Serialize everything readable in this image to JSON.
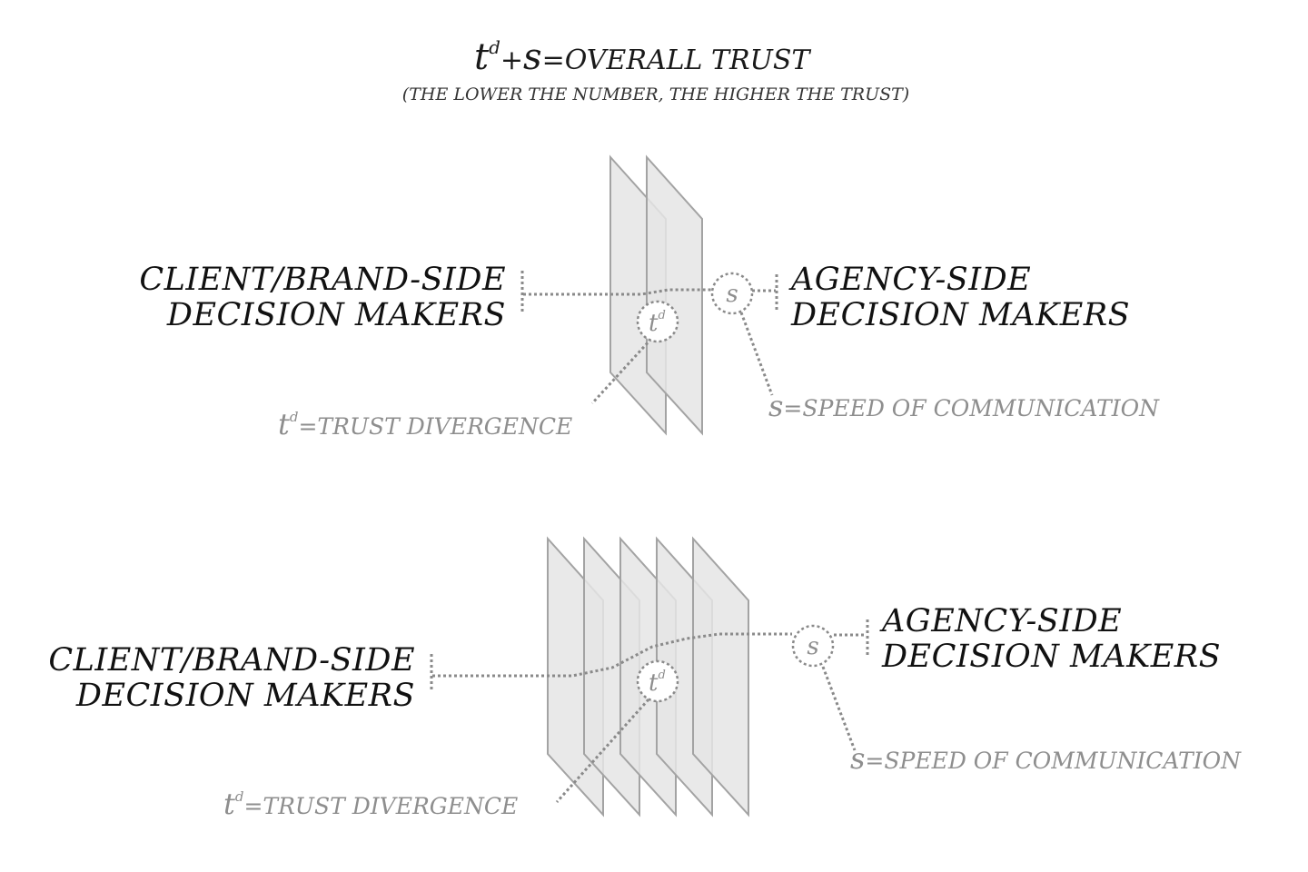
{
  "title": {
    "t": "t",
    "d": "d",
    "plus": "+",
    "s": "s",
    "rest": "=OVERALL TRUST",
    "subtitle": "(THE LOWER THE NUMBER, THE HIGHER THE TRUST)"
  },
  "diagram_top": {
    "client_line1": "CLIENT/BRAND-SIDE",
    "client_line2": "DECISION MAKERS",
    "agency_line1": "AGENCY-SIDE",
    "agency_line2": "DECISION MAKERS",
    "node_t": "t",
    "node_t_sup": "d",
    "node_s": "s",
    "trust_t": "t",
    "trust_sup": "d",
    "trust_rest": "=TRUST DIVERGENCE",
    "speed_s": "s",
    "speed_rest": "=SPEED OF COMMUNICATION",
    "layers": 2
  },
  "diagram_bottom": {
    "client_line1": "CLIENT/BRAND-SIDE",
    "client_line2": "DECISION MAKERS",
    "agency_line1": "AGENCY-SIDE",
    "agency_line2": "DECISION MAKERS",
    "node_t": "t",
    "node_t_sup": "d",
    "node_s": "s",
    "trust_t": "t",
    "trust_sup": "d",
    "trust_rest": "=TRUST DIVERGENCE",
    "speed_s": "s",
    "speed_rest": "=SPEED OF COMMUNICATION",
    "layers": 5
  }
}
